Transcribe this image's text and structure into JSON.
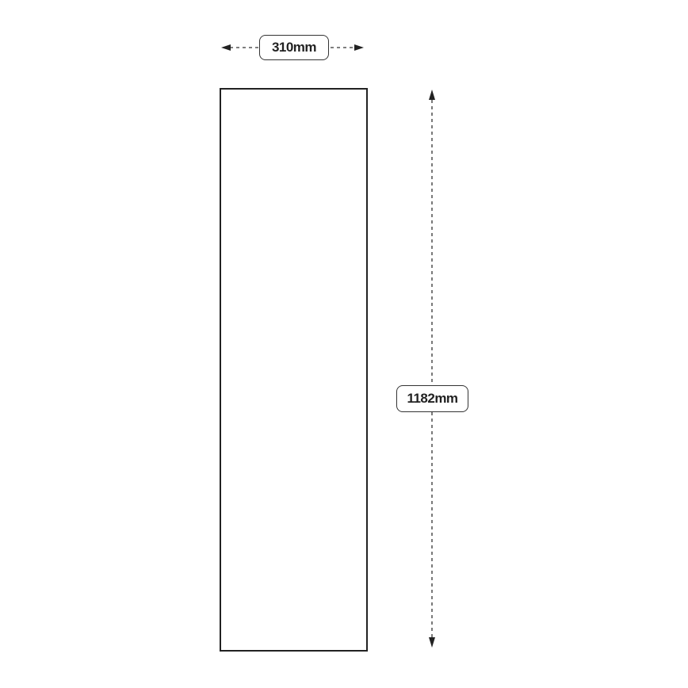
{
  "diagram": {
    "type": "dimension-drawing",
    "shape": "rectangle-panel",
    "width": {
      "label": "310mm",
      "value": 310,
      "unit": "mm"
    },
    "height": {
      "label": "1182mm",
      "value": 1182,
      "unit": "mm"
    },
    "colors": {
      "line": "#222222",
      "background": "#ffffff"
    }
  }
}
